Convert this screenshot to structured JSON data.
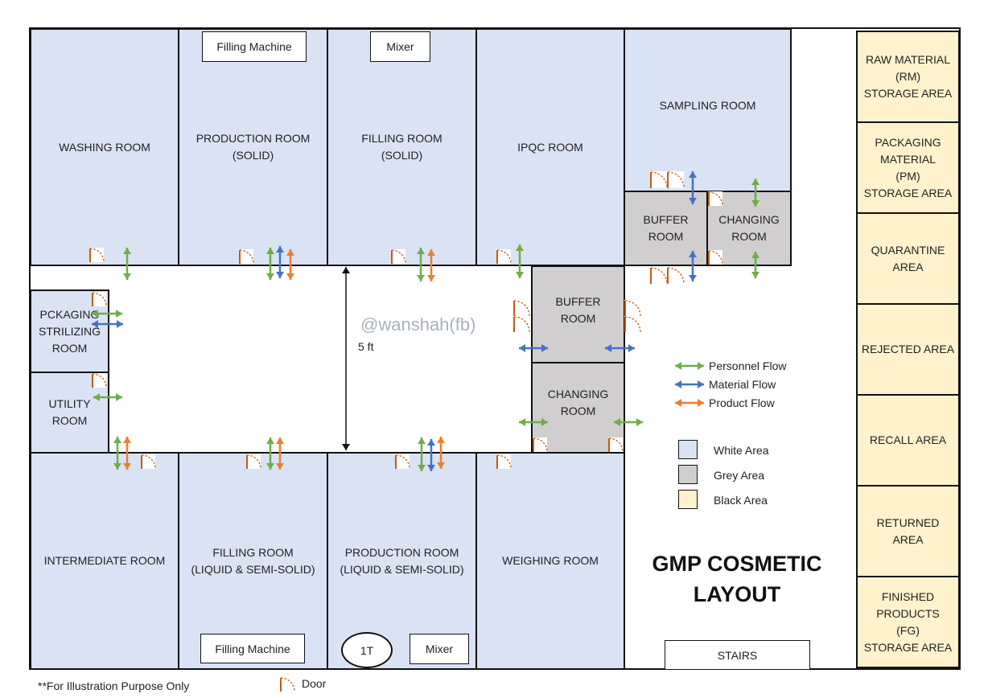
{
  "title": "GMP COSMETIC\nLAYOUT",
  "watermark": "@wanshah(fb)",
  "corridor_width_label": "5 ft",
  "footnote": "**For Illustration Purpose Only",
  "rooms": {
    "washing": "WASHING ROOM",
    "production_solid": "PRODUCTION ROOM\n(SOLID)",
    "filling_solid": "FILLING ROOM\n(SOLID)",
    "ipqc": "IPQC ROOM",
    "sampling": "SAMPLING ROOM",
    "buffer_top": "BUFFER\nROOM",
    "changing_top": "CHANGING\nROOM",
    "packaging_sterilizing": "PCKAGING\nSTRILIZING\nROOM",
    "utility": "UTILITY\nROOM",
    "buffer_mid": "BUFFER\nROOM",
    "changing_mid": "CHANGING\nROOM",
    "intermediate": "INTERMEDIATE ROOM",
    "filling_liquid": "FILLING ROOM\n(LIQUID & SEMI-SOLID)",
    "production_liquid": "PRODUCTION ROOM\n(LIQUID & SEMI-SOLID)",
    "weighing": "WEIGHING ROOM"
  },
  "storage_areas": [
    "RAW MATERIAL\n(RM)\nSTORAGE AREA",
    "PACKAGING\nMATERIAL\n(PM)\nSTORAGE AREA",
    "QUARANTINE\nAREA",
    "REJECTED AREA",
    "RECALL AREA",
    "RETURNED\nAREA",
    "FINISHED\nPRODUCTS\n(FG)\nSTORAGE AREA"
  ],
  "equipment": {
    "filling_machine_top": "Filling Machine",
    "mixer_top": "Mixer",
    "filling_machine_bottom": "Filling Machine",
    "tank": "1T",
    "mixer_bottom": "Mixer",
    "stairs": "STAIRS"
  },
  "legend": {
    "flows": [
      {
        "label": "Personnel Flow",
        "color": "#70ad47"
      },
      {
        "label": "Material Flow",
        "color": "#4472c4"
      },
      {
        "label": "Product Flow",
        "color": "#ed7d31"
      }
    ],
    "areas": [
      {
        "label": "White Area",
        "color": "#dae3f3"
      },
      {
        "label": "Grey Area",
        "color": "#d0cece"
      },
      {
        "label": "Black Area",
        "color": "#fff2cc"
      }
    ],
    "door_label": "Door",
    "door_icon": "door-swing-icon"
  },
  "colors": {
    "door": "#c55a11",
    "dimension": "#111111"
  }
}
